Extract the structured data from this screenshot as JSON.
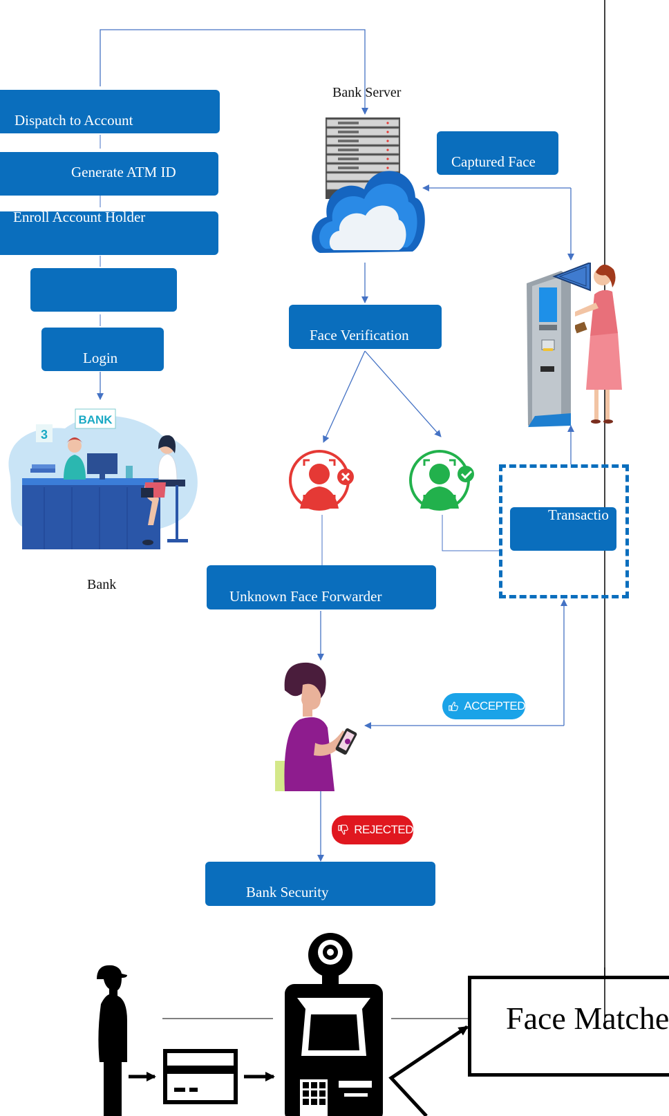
{
  "bank_flow": {
    "dispatch": "Dispatch to Account",
    "generate": "Generate ATM ID",
    "enroll": "Enroll Account Holder",
    "blank_step": "",
    "login": "Login",
    "bank_caption": "Bank",
    "bank_sign": "BANK",
    "counter_number": "3"
  },
  "server": {
    "caption": "Bank Server",
    "captured_face": "Captured Face",
    "face_verification": "Face Verification"
  },
  "outcomes": {
    "unknown_forwarder": "Unknown Face Forwarder",
    "transaction": "Transactio",
    "accepted": "ACCEPTED",
    "rejected": "REJECTED",
    "bank_security": "Bank Security"
  },
  "bottom": {
    "face_matched": "Face Matche"
  },
  "colors": {
    "box_blue": "#0a6ebd",
    "arrow_blue": "#4472c4",
    "reject_red": "#e53935",
    "accept_green": "#22b14c",
    "accepted_badge": "#1aa3e8",
    "rejected_badge": "#e0171f"
  },
  "icons": [
    "server-rack-icon",
    "cloud-icon",
    "atm-machine-icon",
    "customer-woman-icon",
    "face-rejected-icon",
    "face-accepted-icon",
    "bank-counter-icon",
    "phone-user-icon",
    "thumbs-up-icon",
    "thumbs-down-icon",
    "person-silhouette-icon",
    "atm-card-icon",
    "webcam-atm-icon"
  ]
}
